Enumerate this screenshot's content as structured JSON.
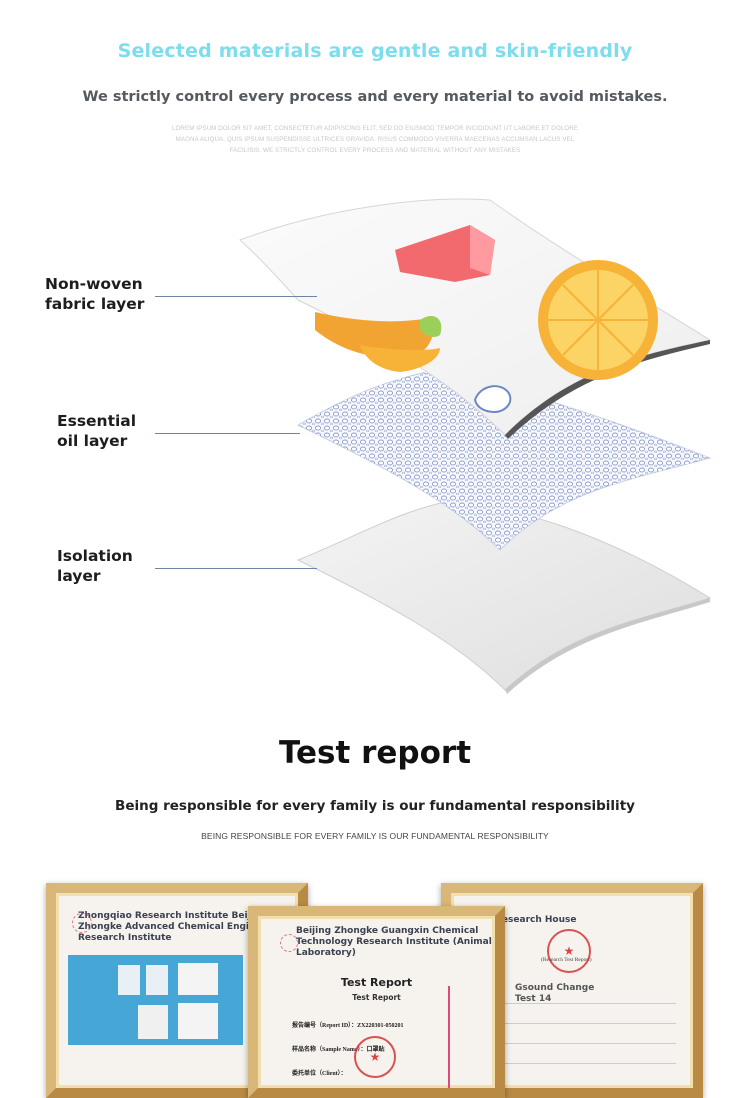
{
  "header": {
    "title": "Selected materials are gentle and skin-friendly",
    "subtitle": "We strictly control every process and every material to avoid mistakes.",
    "fine_print": "LOREM IPSUM DOLOR SIT AMET, CONSECTETUR ADIPISCING ELIT, SED DO EIUSMOD TEMPOR INCIDIDUNT UT LABORE ET DOLORE MAGNA ALIQUA. QUIS IPSUM SUSPENDISSE ULTRICES GRAVIDA. RISUS COMMODO VIVERRA MAECENAS ACCUMSAN LACUS VEL FACILISIS. WE STRICTLY CONTROL EVERY PROCESS AND MATERIAL WITHOUT ANY MISTAKES"
  },
  "layers": [
    {
      "line1": "Non-woven",
      "line2": "fabric layer"
    },
    {
      "line1": "Essential",
      "line2": "oil layer"
    },
    {
      "line1": "Isolation",
      "line2": "layer"
    }
  ],
  "test_report": {
    "title": "Test report",
    "subtitle": "Being responsible for every family is our fundamental responsibility",
    "caps": "BEING RESPONSIBLE FOR EVERY FAMILY IS OUR FUNDAMENTAL RESPONSIBILITY"
  },
  "certificates": {
    "left": {
      "heading": "Zhongqiao Research Institute Beijing Zhongke Advanced Chemical Engineering Research Institute"
    },
    "center": {
      "heading": "Beijing Zhongke Guangxin Chemical Technology Research Institute (Animal Laboratory)",
      "report_title": "Test Report",
      "report_sub": "Test Report",
      "row1": "报告编号（Report ID）：ZX220301-050201",
      "row2": "样品名称（Sample Name）：口罩贴",
      "row3": "委托单位（Client）："
    },
    "right": {
      "heading": "Research House",
      "overlay": "Gsound Change Test 14",
      "report": "(Research Test Report)"
    }
  },
  "colors": {
    "accent_cyan": "#7ddcee",
    "frame_gold": "#c89d55",
    "leader_blue": "#6b86a8"
  }
}
